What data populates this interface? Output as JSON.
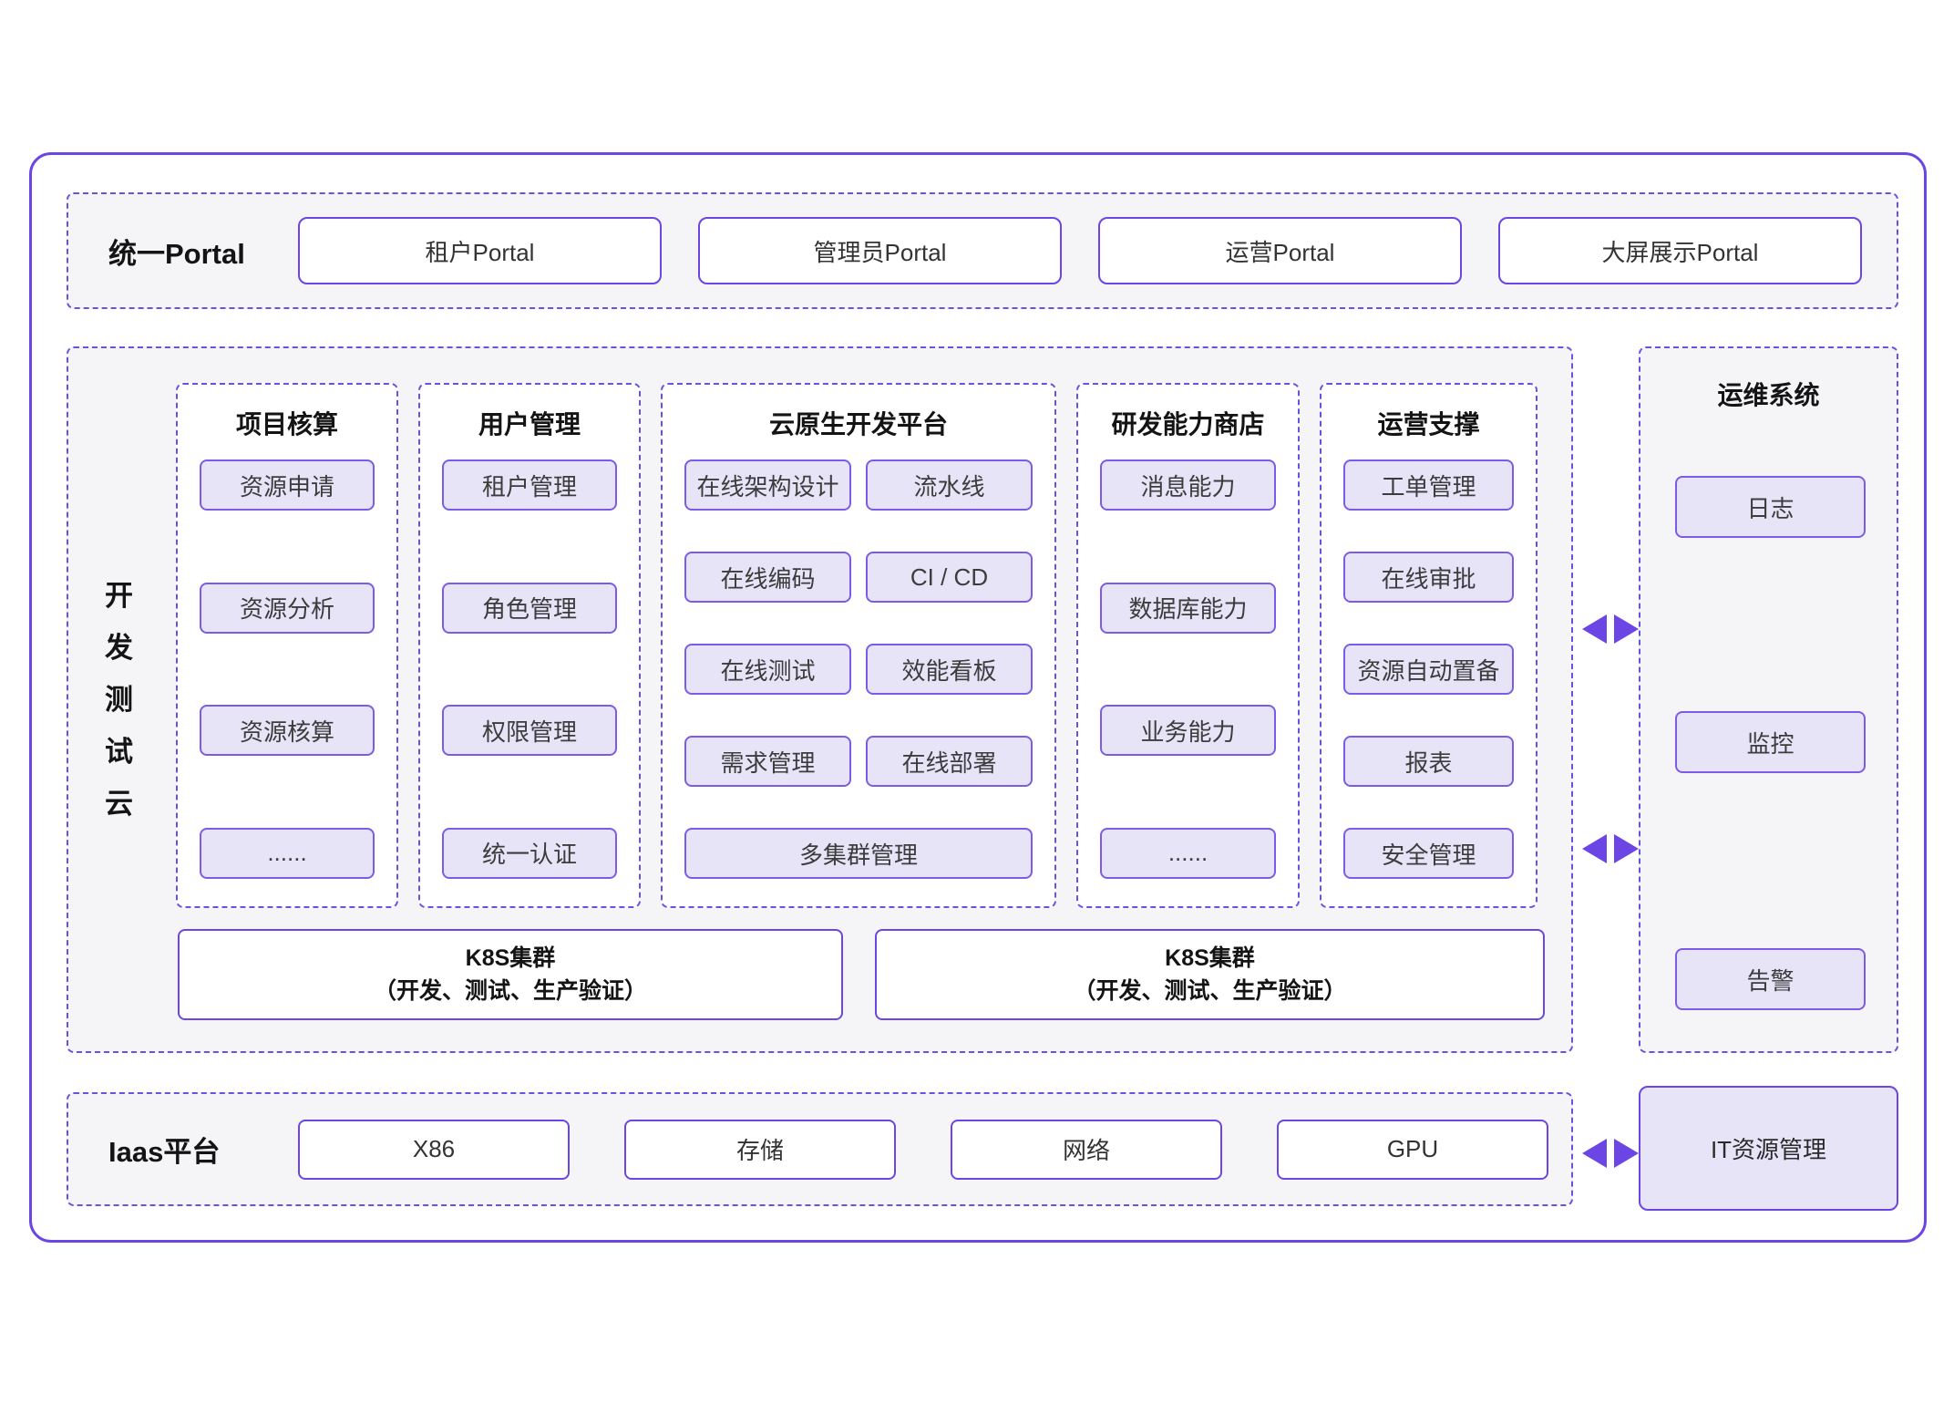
{
  "colors": {
    "accent": "#6B46E5",
    "dashed_border": "#6355E2",
    "item_fill": "#E8E4F8",
    "item_border": "#7C5BE6",
    "section_bg": "#F5F5F8"
  },
  "icons": {
    "sync_arrow_left": "◀",
    "sync_arrow_right": "▶"
  },
  "portal": {
    "label": "统一Portal",
    "items": [
      "租户Portal",
      "管理员Portal",
      "运营Portal",
      "大屏展示Portal"
    ]
  },
  "dev_cloud": {
    "label": "开发测试云",
    "columns": [
      {
        "title": "项目核算",
        "items": [
          "资源申请",
          "资源分析",
          "资源核算",
          "......"
        ]
      },
      {
        "title": "用户管理",
        "items": [
          "租户管理",
          "角色管理",
          "权限管理",
          "统一认证"
        ]
      },
      {
        "title": "云原生开发平台",
        "grid_items": [
          "在线架构设计",
          "流水线",
          "在线编码",
          "CI / CD",
          "在线测试",
          "效能看板",
          "需求管理",
          "在线部署"
        ],
        "full_width_item": "多集群管理"
      },
      {
        "title": "研发能力商店",
        "items": [
          "消息能力",
          "数据库能力",
          "业务能力",
          "......"
        ]
      },
      {
        "title": "运营支撑",
        "items": [
          "工单管理",
          "在线审批",
          "资源自动置备",
          "报表",
          "安全管理"
        ]
      }
    ],
    "k8s_clusters": [
      {
        "line1": "K8S集群",
        "line2": "（开发、测试、生产验证）"
      },
      {
        "line1": "K8S集群",
        "line2": "（开发、测试、生产验证）"
      }
    ]
  },
  "ops_system": {
    "title": "运维系统",
    "items": [
      "日志",
      "监控",
      "告警"
    ]
  },
  "iaas": {
    "label": "Iaas平台",
    "items": [
      "X86",
      "存储",
      "网络",
      "GPU"
    ]
  },
  "it_resource": {
    "label": "IT资源管理"
  }
}
